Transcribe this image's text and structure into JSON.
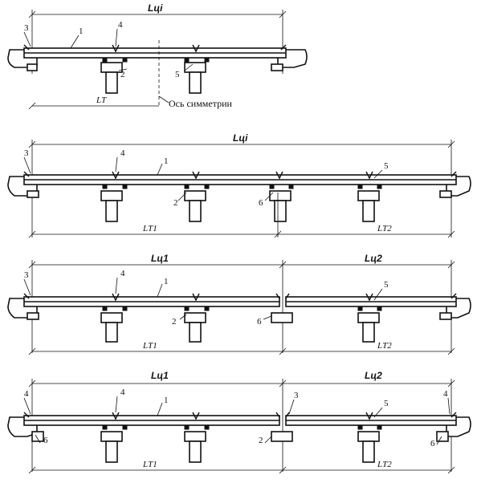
{
  "diagrams": [
    {
      "top_label": "Lцi",
      "numbers": [
        "1",
        "2",
        "3",
        "4",
        "5"
      ],
      "bottom_labels": [
        "LТ"
      ],
      "axis_label": "Ось симметрии"
    },
    {
      "top_label": "Lцi",
      "numbers": [
        "1",
        "2",
        "3",
        "4",
        "5",
        "6"
      ],
      "bottom_labels": [
        "LТ1",
        "LТ2"
      ]
    },
    {
      "top_labels": [
        "Lц1",
        "Lц2"
      ],
      "numbers": [
        "1",
        "2",
        "3",
        "4",
        "5",
        "6"
      ],
      "bottom_labels": [
        "LТ1",
        "LТ2"
      ]
    },
    {
      "top_labels": [
        "Lц1",
        "Lц2"
      ],
      "numbers": [
        "1",
        "2",
        "3",
        "4",
        "4",
        "4",
        "5",
        "6",
        "6"
      ],
      "bottom_labels": [
        "LТ1",
        "LТ2"
      ]
    }
  ]
}
